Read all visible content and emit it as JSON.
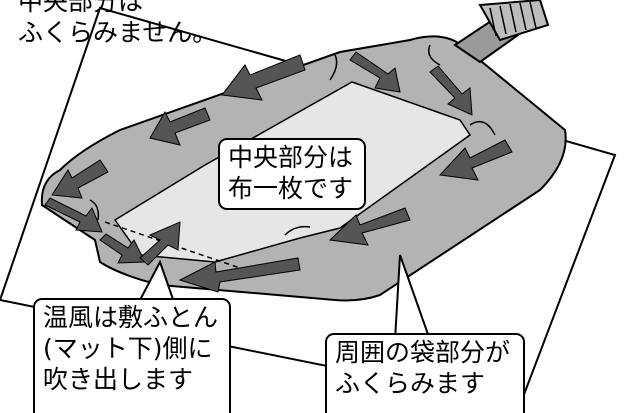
{
  "callouts": {
    "top_left": {
      "line1": "中央部分は",
      "line2": "ふくらみません。"
    },
    "center": {
      "line1": "中央部分は",
      "line2": "布一枚です"
    },
    "bottom_left": {
      "line1": "温風は敷ふとん",
      "line2": "(マット下)側に",
      "line3": "吹き出します"
    },
    "bottom_right": {
      "line1": "周囲の袋部分が",
      "line2": "ふくらみます"
    }
  },
  "colors": {
    "sheet": "#ffffff",
    "inner_panel": "#e6e6e6",
    "bag": "#b3b3b3",
    "arrow": "#555555",
    "hose": "#9a9a9a",
    "outline": "#000000"
  },
  "icons": {
    "arrows": "airflow-arrow-icon",
    "hose": "hose-icon"
  }
}
